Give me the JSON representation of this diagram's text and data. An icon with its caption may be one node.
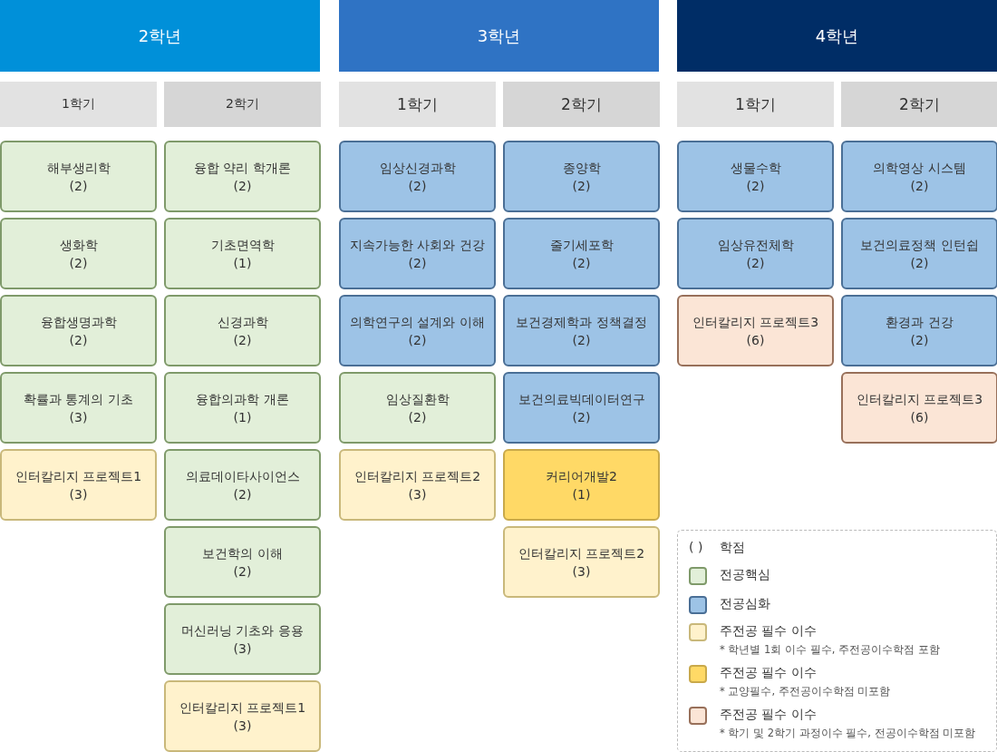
{
  "diagram": {
    "nodes": [
      {
        "text": [
          "2학년"
        ]
      },
      {
        "text": [
          "3학년"
        ]
      },
      {
        "text": [
          "4학년"
        ]
      },
      {
        "text": [
          "1학기"
        ]
      },
      {
        "text": [
          "2학기"
        ]
      },
      {
        "text": [
          "1학기"
        ]
      },
      {
        "text": [
          "2학기"
        ]
      },
      {
        "text": [
          "1학기"
        ]
      },
      {
        "text": [
          "2학기"
        ]
      },
      {
        "text": [
          "해부생리학",
          "(2)"
        ]
      },
      {
        "text": [
          "생화학",
          "(2)"
        ]
      },
      {
        "text": [
          "융합생명과학",
          "(2)"
        ]
      },
      {
        "text": [
          "확률과 통계의 기초",
          "(3)"
        ]
      },
      {
        "text": [
          "인터칼리지 프로젝트1",
          "(3)"
        ]
      },
      {
        "text": [
          "융합 약리 학개론",
          "(2)"
        ]
      },
      {
        "text": [
          "기초면역학",
          "(1)"
        ]
      },
      {
        "text": [
          "신경과학",
          "(2)"
        ]
      },
      {
        "text": [
          "융합의과학 개론",
          "(1)"
        ]
      },
      {
        "text": [
          "의료데이타사이언스",
          "(2)"
        ]
      },
      {
        "text": [
          "보건학의 이해",
          "(2)"
        ]
      },
      {
        "text": [
          "머신러닝 기초와 응용",
          "(3)"
        ]
      },
      {
        "text": [
          "인터칼리지 프로젝트1",
          "(3)"
        ]
      },
      {
        "text": [
          "임상신경과학",
          "(2)"
        ]
      },
      {
        "text": [
          "지속가능한 사회와 건강",
          "(2)"
        ]
      },
      {
        "text": [
          "의학연구의 설계와 이해",
          "(2)"
        ]
      },
      {
        "text": [
          "임상질환학",
          "(2)"
        ]
      },
      {
        "text": [
          "인터칼리지 프로젝트2",
          "(3)"
        ]
      },
      {
        "text": [
          "종양학",
          "(2)"
        ]
      },
      {
        "text": [
          "줄기세포학",
          "(2)"
        ]
      },
      {
        "text": [
          "보건경제학과 정책결정",
          "(2)"
        ]
      },
      {
        "text": [
          "보건의료빅데이터연구",
          "(2)"
        ]
      },
      {
        "text": [
          "커리어개발2",
          "(1)"
        ]
      },
      {
        "text": [
          "인터칼리지 프로젝트2",
          "(3)"
        ]
      },
      {
        "text": [
          "생물수학",
          "(2)"
        ]
      },
      {
        "text": [
          "임상유전체학",
          "(2)"
        ]
      },
      {
        "text": [
          "인터칼리지 프로젝트3",
          "(6)"
        ]
      },
      {
        "text": [
          "의학영상 시스템",
          "(2)"
        ]
      },
      {
        "text": [
          "보건의료정책 인턴쉽",
          "(2)"
        ]
      },
      {
        "text": [
          "환경과 건강",
          "(2)"
        ]
      },
      {
        "text": [
          "인터칼리지 프로젝트3",
          "(6)"
        ]
      }
    ],
    "edges": [],
    "labels": [
      "( )",
      "* 학년별 1회 이수 필수, 주전공이수학점 포함",
      "* 교양필수, 주전공이수학점 미포함",
      "* 학기 및 2학기 과정이수 필수, 전공이수학점 미포함"
    ],
    "legend": [
      {
        "text": "학점"
      },
      {
        "text": "전공핵심",
        "color": "#e2efd9"
      },
      {
        "text": "전공심화",
        "color": "#9dc3e6"
      },
      {
        "text": "주전공 필수 이수",
        "color": "#fff2cc"
      },
      {
        "text": "주전공 필수 이수",
        "color": "#ffd966"
      },
      {
        "text": "주전공 필수 이수",
        "color": "#fbe5d6"
      }
    ]
  }
}
